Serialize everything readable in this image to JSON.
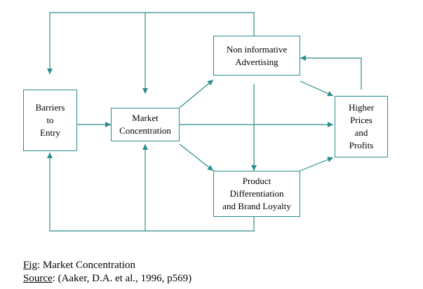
{
  "diagram": {
    "nodes": [
      {
        "id": "barriers",
        "label": "Barriers\nto\nEntry"
      },
      {
        "id": "concentration",
        "label": "Market\nConcentration"
      },
      {
        "id": "advertising",
        "label": "Non informative\nAdvertising"
      },
      {
        "id": "differentiation",
        "label": "Product\nDifferentiation\nand Brand Loyalty"
      },
      {
        "id": "prices",
        "label": "Higher\nPrices\nand\nProfits"
      }
    ],
    "edges": [
      {
        "from": "barriers",
        "to": "concentration"
      },
      {
        "from": "concentration",
        "to": "advertising"
      },
      {
        "from": "concentration",
        "to": "prices"
      },
      {
        "from": "concentration",
        "to": "differentiation"
      },
      {
        "from": "advertising",
        "to": "prices"
      },
      {
        "from": "advertising",
        "to": "differentiation"
      },
      {
        "from": "differentiation",
        "to": "prices"
      },
      {
        "from": "prices",
        "to": "advertising"
      },
      {
        "from": "advertising",
        "to": "barriers"
      },
      {
        "from": "advertising",
        "to": "concentration"
      },
      {
        "from": "differentiation",
        "to": "barriers"
      },
      {
        "from": "differentiation",
        "to": "concentration"
      }
    ],
    "line_color": "#2a8c8c"
  },
  "caption": {
    "fig_label": "Fig",
    "fig_text": ": Market Concentration",
    "source_label": "Source",
    "source_text": ": (Aaker, D.A. et al., 1996, p569)"
  }
}
